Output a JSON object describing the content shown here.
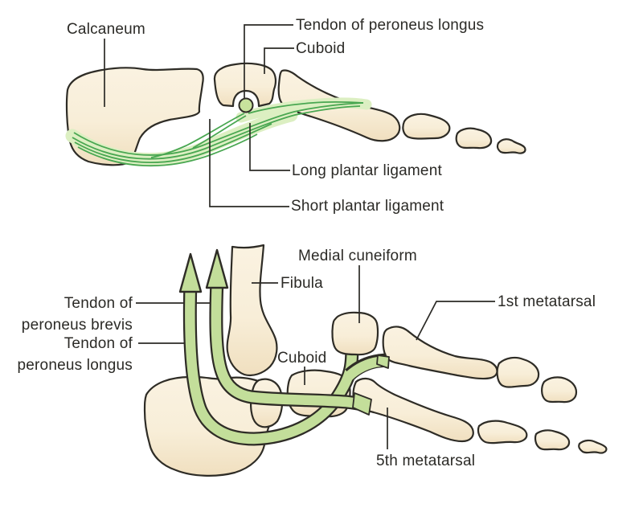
{
  "figure": {
    "colors": {
      "background": "#ffffff",
      "bone_fill_light": "#faf2e0",
      "bone_fill_shade": "#f1e1c1",
      "bone_outline": "#2e2c26",
      "tendon_fill": "#c3de9a",
      "ligament_band": "#dcefc2",
      "ligament_strand": "#49a751",
      "text": "#2b2a26"
    },
    "top_panel": {
      "labels": {
        "calcaneum": "Calcaneum",
        "tendon_of_peroneus_longus": "Tendon of peroneus longus",
        "cuboid": "Cuboid",
        "long_plantar_ligament": "Long plantar ligament",
        "short_plantar_ligament": "Short plantar ligament"
      }
    },
    "bottom_panel": {
      "labels": {
        "medial_cuneiform": "Medial cuneiform",
        "fibula": "Fibula",
        "first_metatarsal": "1st metatarsal",
        "tendon_brevis_line1": "Tendon of",
        "tendon_brevis_line2": "peroneus brevis",
        "tendon_longus_line1": "Tendon of",
        "tendon_longus_line2": "peroneus longus",
        "cuboid": "Cuboid",
        "fifth_metatarsal": "5th metatarsal"
      }
    }
  }
}
